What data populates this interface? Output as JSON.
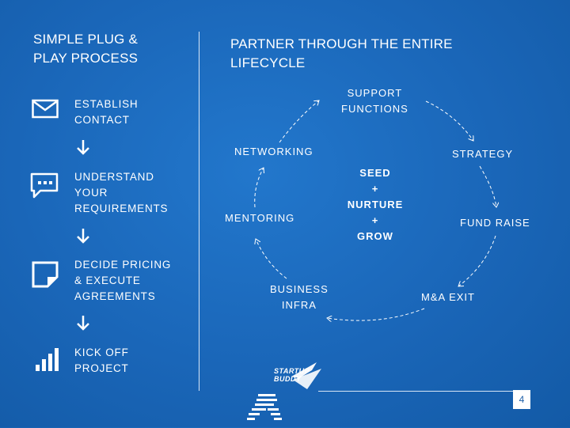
{
  "left_panel": {
    "title": "SIMPLE PLUG &\nPLAY PROCESS",
    "steps": [
      {
        "label": "ESTABLISH\nCONTACT",
        "icon": "envelope-icon"
      },
      {
        "label": "UNDERSTAND\nYOUR\nREQUIREMENTS",
        "icon": "chat-bubble-icon"
      },
      {
        "label": "DECIDE PRICING\n& EXECUTE\nAGREEMENTS",
        "icon": "document-icon"
      },
      {
        "label": "KICK OFF\nPROJECT",
        "icon": "signal-bars-icon"
      }
    ],
    "arrow_icon": "arrow-down-icon"
  },
  "right_panel": {
    "title": "PARTNER THROUGH THE ENTIRE\nLIFECYCLE",
    "cycle": {
      "support_functions": "SUPPORT\nFUNCTIONS",
      "strategy": "STRATEGY",
      "fund_raise": "FUND RAISE",
      "ma_exit": "M&A EXIT",
      "business_infra": "BUSINESS\nINFRA",
      "mentoring": "MENTORING",
      "networking": "NETWORKING",
      "center": "SEED\n+\nNURTURE\n+\nGROW"
    }
  },
  "footer": {
    "logo_text": "STARTUP\nBUDDY",
    "page_number": "4"
  },
  "colors": {
    "background": "#1a66b8",
    "text": "#ffffff"
  }
}
